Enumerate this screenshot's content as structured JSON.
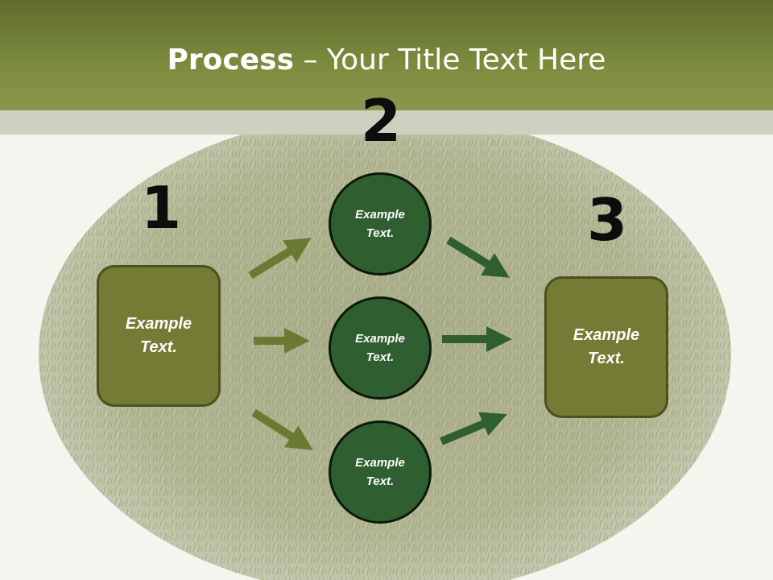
{
  "title": {
    "bold": "Process",
    "rest": " – Your Title Text Here"
  },
  "numbers": {
    "n1": "1",
    "n2": "2",
    "n3": "3"
  },
  "left_box": {
    "text": "Example\nText."
  },
  "right_box": {
    "text": "Example\nText."
  },
  "circles": [
    {
      "text": "Example\nText."
    },
    {
      "text": "Example\nText."
    },
    {
      "text": "Example\nText."
    }
  ],
  "colors": {
    "header": "#7a8a3c",
    "box_fill": "#747b34",
    "circle_fill": "#2f5f30",
    "arrow_olive": "#6b7a33",
    "arrow_green": "#2f5f30"
  }
}
